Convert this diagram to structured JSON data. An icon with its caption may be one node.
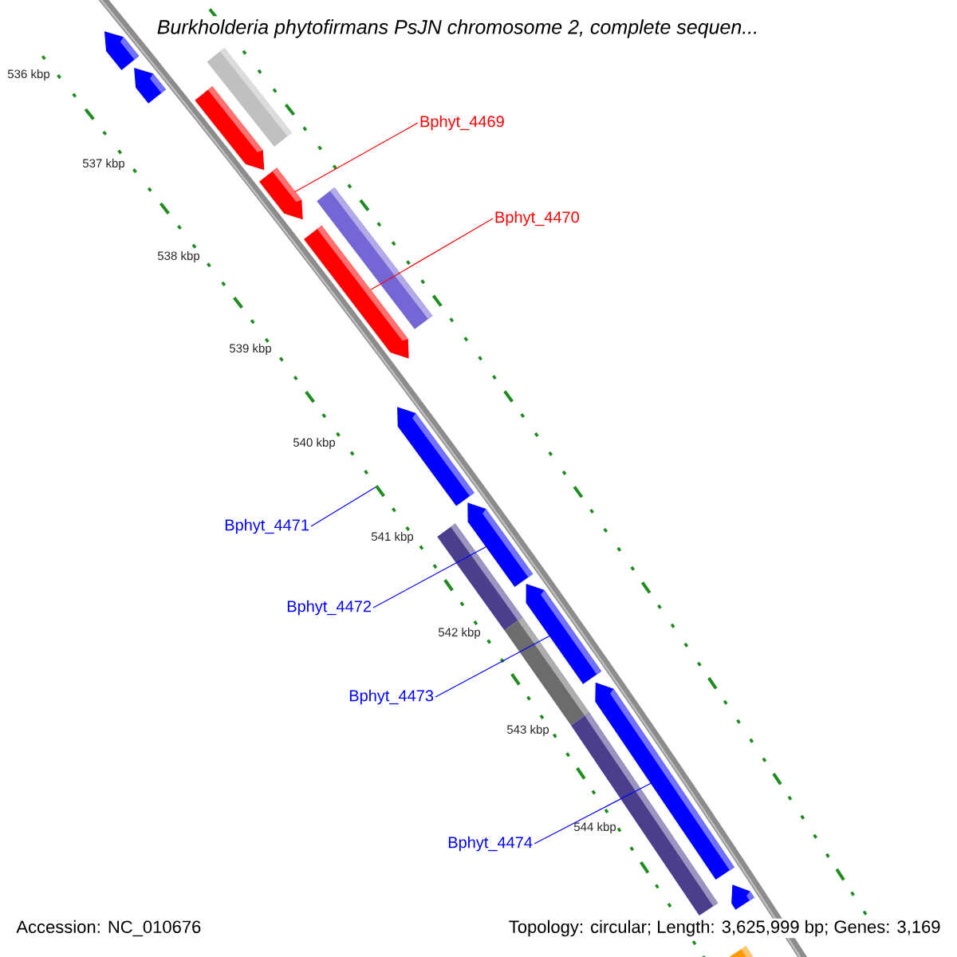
{
  "diagram": {
    "title": "*Burkholderia phytofirmans* PsJN chromosome 2, complete sequen...",
    "nodes": [
      {
        "text": [
          "Bphyt_4469"
        ]
      },
      {
        "text": [
          "Bphyt_4470"
        ]
      },
      {
        "text": [
          "Bphyt_4471"
        ]
      },
      {
        "text": [
          "Bphyt_4472"
        ]
      },
      {
        "text": [
          "Bphyt_4473"
        ]
      },
      {
        "text": [
          "Bphyt_4474"
        ]
      },
      {
        "text": [],
        "shape": "pentagon"
      },
      {
        "text": [],
        "shape": "pentagon"
      },
      {
        "text": [],
        "shape": "pentagon"
      },
      {
        "text": [],
        "shape": "pentagon"
      },
      {
        "text": [],
        "shape": "pentagon"
      },
      {
        "text": [],
        "shape": "pentagon"
      },
      {
        "text": [],
        "shape": "pentagon"
      },
      {
        "text": [],
        "shape": "pentagon"
      },
      {
        "text": [],
        "shape": "pentagon"
      },
      {
        "text": [],
        "shape": "box"
      },
      {
        "text": [],
        "shape": "pentagon"
      },
      {
        "text": [],
        "shape": "box"
      },
      {
        "text": [],
        "shape": "box"
      },
      {
        "text": [],
        "shape": "box"
      },
      {
        "text": [],
        "shape": "box"
      },
      {
        "text": [],
        "shape": "box"
      }
    ],
    "edges": [
      {
        "from": 0,
        "to": 6,
        "arrow": "none",
        "color": "#ff0000"
      },
      {
        "from": 1,
        "to": 7,
        "arrow": "none",
        "color": "#ff0000"
      },
      {
        "from": 2,
        "to": 8,
        "arrow": "none"
      },
      {
        "from": 3,
        "to": 9,
        "arrow": "none"
      },
      {
        "from": 4,
        "to": 10,
        "arrow": "none"
      },
      {
        "from": 5,
        "to": 11,
        "arrow": "none"
      }
    ],
    "labels": [
      "536 kbp",
      "537 kbp",
      "538 kbp",
      "539 kbp",
      "540 kbp",
      "541 kbp",
      "542 kbp",
      "543 kbp",
      "544 kbp",
      "Accession: NC_010676",
      "Topology: circular; Length: 3,625,999 bp; Genes: 3,169"
    ]
  }
}
